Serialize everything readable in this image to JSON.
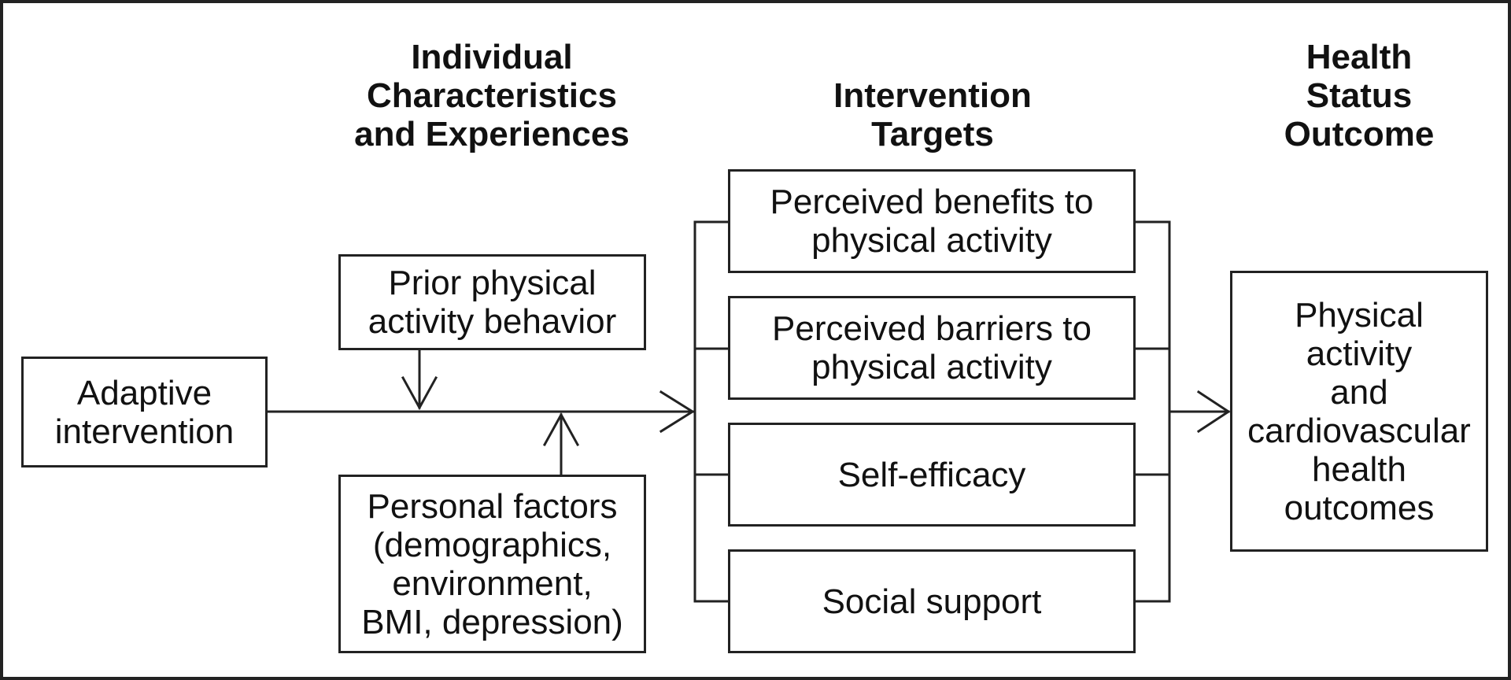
{
  "headings": {
    "individual": "Individual\nCharacteristics\nand Experiences",
    "targets": "Intervention\nTargets",
    "outcome": "Health\nStatus\nOutcome"
  },
  "boxes": {
    "adaptive": "Adaptive\nintervention",
    "prior": "Prior physical\nactivity behavior",
    "personal": "Personal factors\n(demographics,\nenvironment,\nBMI, depression)",
    "benefits": "Perceived benefits to\nphysical activity",
    "barriers": "Perceived barriers to\nphysical activity",
    "self_efficacy": "Self-efficacy",
    "social": "Social support",
    "outcomes": "Physical\nactivity\nand\ncardiovascular\nhealth\noutcomes"
  }
}
